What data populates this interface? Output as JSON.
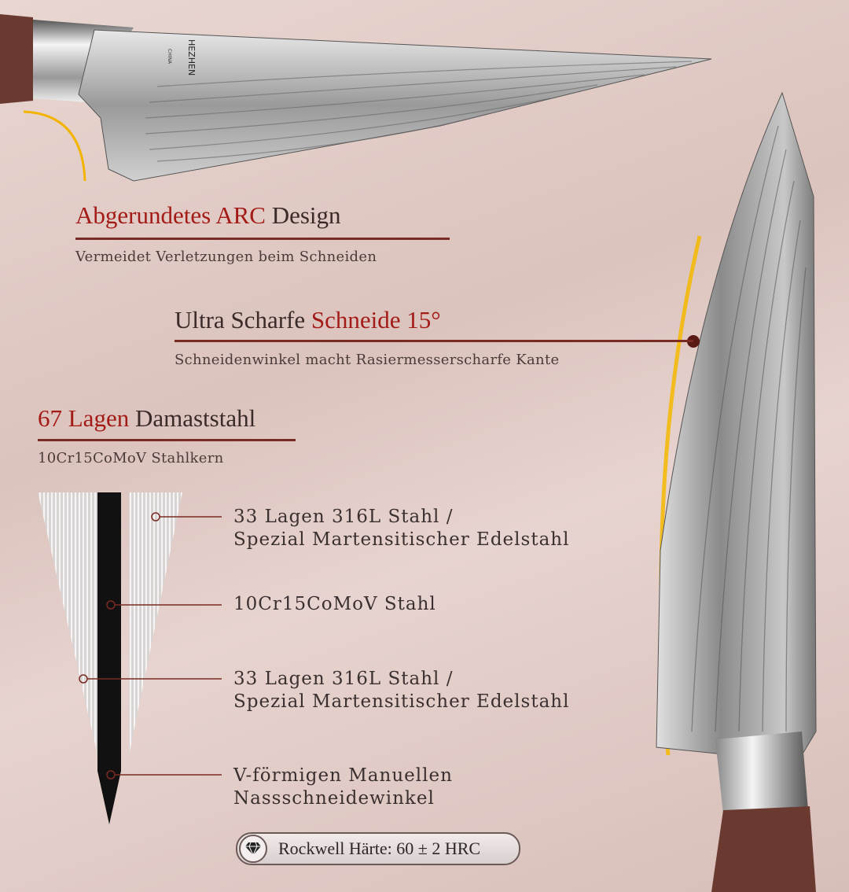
{
  "features": [
    {
      "title_red": "Abgerundetes ARC",
      "title_dark": "Design",
      "subtitle": "Vermeidet Verletzungen beim Schneiden"
    },
    {
      "title_dark": "Ultra Scharfe",
      "title_red": "Schneide 15°",
      "subtitle": "Schneidenwinkel macht Rasiermesserscharfe Kante"
    },
    {
      "title_red": "67 Lagen",
      "title_dark": "Damaststahl",
      "subtitle": "10Cr15CoMoV Stahlkern"
    }
  ],
  "layers": [
    {
      "line1": "33 Lagen 316L Stahl /",
      "line2": "Spezial Martensitischer Edelstahl"
    },
    {
      "line1": "10Cr15CoMoV Stahl",
      "line2": ""
    },
    {
      "line1": "33 Lagen 316L Stahl /",
      "line2": "Spezial Martensitischer Edelstahl"
    },
    {
      "line1": "V-förmigen Manuellen",
      "line2": "Nassschneidewinkel"
    }
  ],
  "badge": {
    "label": "Rockwell Härte: 60 ± 2 HRC",
    "icon": "diamond-icon"
  },
  "blade_marking": {
    "brand": "HEZHEN",
    "origin": "CHINA"
  },
  "colors": {
    "accent_red": "#a31b16",
    "rule": "#7a2b24",
    "glow": "#f5b800"
  }
}
